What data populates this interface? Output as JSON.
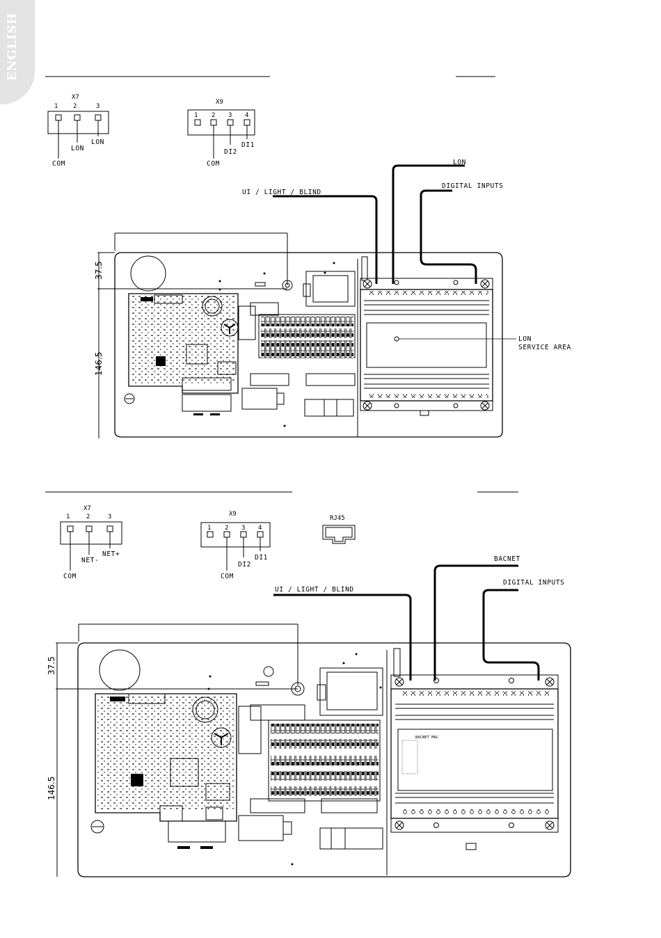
{
  "sidebar_tab": {
    "label": "ENGLISH"
  },
  "top": {
    "x7": {
      "title": "X7",
      "pins": [
        "1",
        "2",
        "3"
      ],
      "wires": [
        "COM",
        "LON",
        "LON"
      ]
    },
    "x9": {
      "title": "X9",
      "pins": [
        "1",
        "2",
        "3",
        "4"
      ],
      "wires": [
        "COM",
        "DI2",
        "DI1"
      ]
    },
    "callouts": {
      "lon": "LON",
      "digital_inputs": "DIGITAL INPUTS",
      "ui_light_blind": "UI / LIGHT / BLIND",
      "service_line1": "LON",
      "service_line2": "SERVICE AREA"
    },
    "dims": {
      "upper": "37.5",
      "lower": "146.5"
    }
  },
  "bottom": {
    "x7": {
      "title": "X7",
      "pins": [
        "1",
        "2",
        "3"
      ],
      "wires": [
        "COM",
        "NET-",
        "NET+"
      ]
    },
    "x9": {
      "title": "X9",
      "pins": [
        "1",
        "2",
        "3",
        "4"
      ],
      "wires": [
        "COM",
        "DI2",
        "DI1"
      ]
    },
    "rj45": "RJ45",
    "callouts": {
      "bacnet": "BACNET",
      "digital_inputs": "DIGITAL INPUTS",
      "ui_light_blind": "UI / LIGHT / BLIND",
      "module_label": "BACNET MAC"
    },
    "dims": {
      "upper": "37.5",
      "lower": "146.5"
    }
  }
}
